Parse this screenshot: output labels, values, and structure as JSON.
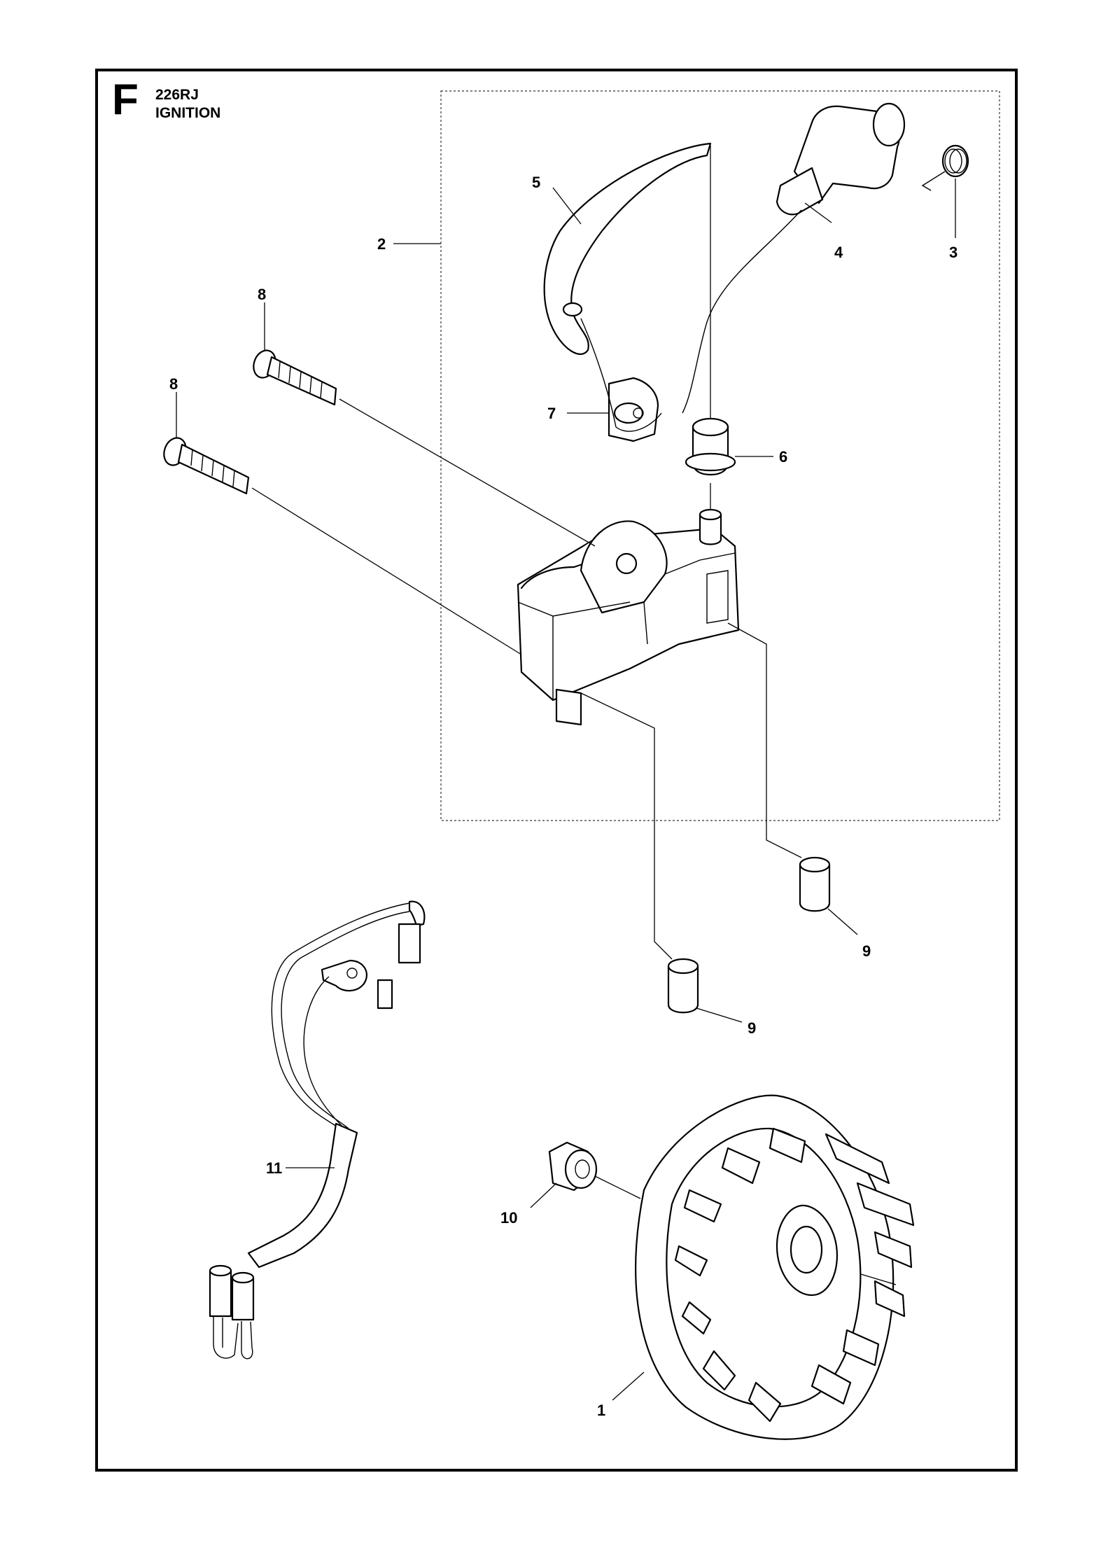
{
  "header": {
    "section_letter": "F",
    "model": "226RJ",
    "title": "IGNITION"
  },
  "callouts": [
    {
      "id": "c1",
      "label": "1"
    },
    {
      "id": "c2",
      "label": "2"
    },
    {
      "id": "c3",
      "label": "3"
    },
    {
      "id": "c4",
      "label": "4"
    },
    {
      "id": "c5",
      "label": "5"
    },
    {
      "id": "c6",
      "label": "6"
    },
    {
      "id": "c7",
      "label": "7"
    },
    {
      "id": "c8a",
      "label": "8"
    },
    {
      "id": "c8b",
      "label": "8"
    },
    {
      "id": "c9a",
      "label": "9"
    },
    {
      "id": "c9b",
      "label": "9"
    },
    {
      "id": "c10",
      "label": "10"
    },
    {
      "id": "c11",
      "label": "11"
    }
  ]
}
